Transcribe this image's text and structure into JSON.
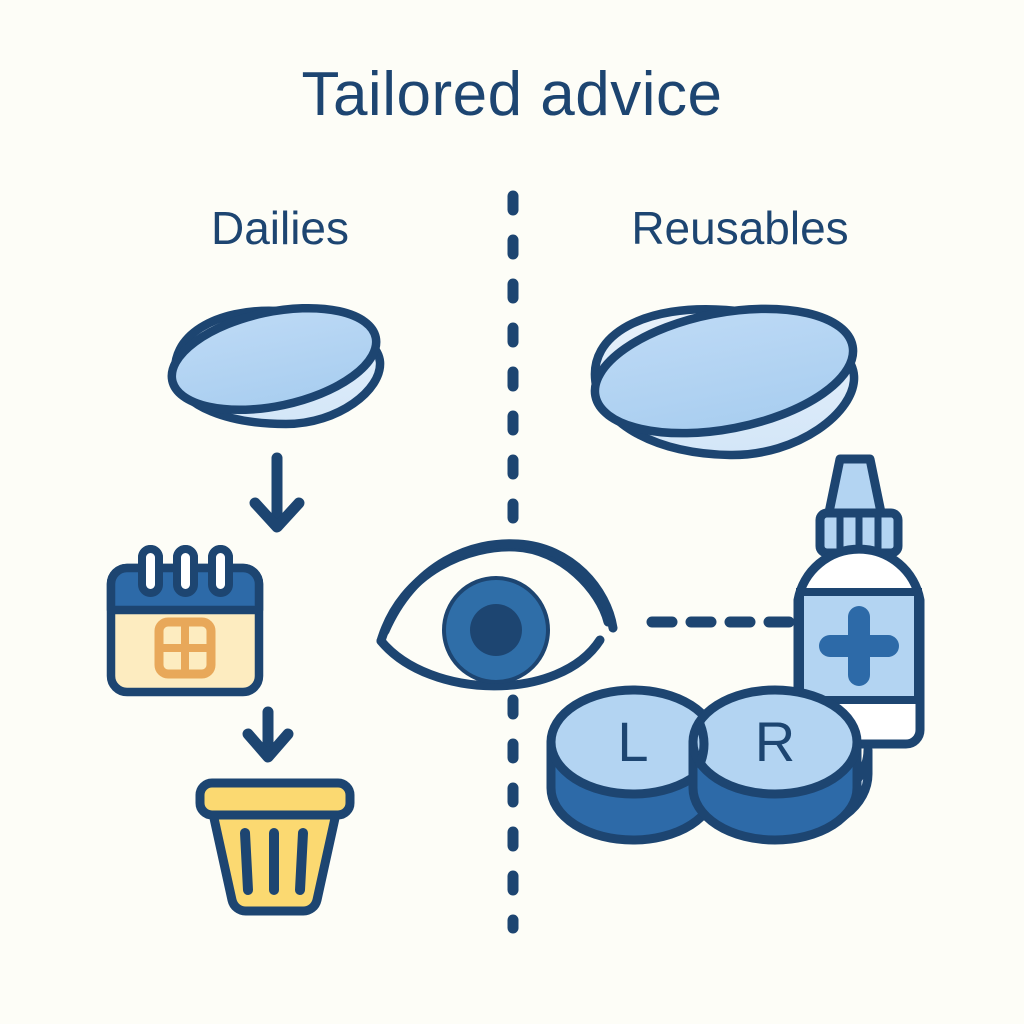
{
  "page": {
    "title": "Tailored advice",
    "background_color": "#fdfdf7"
  },
  "columns": {
    "left": {
      "label": "Dailies",
      "items": [
        {
          "name": "contact-lens",
          "icon": "lens-icon"
        },
        {
          "name": "arrow-down-1",
          "icon": "arrow-down-icon"
        },
        {
          "name": "calendar",
          "icon": "calendar-icon"
        },
        {
          "name": "arrow-down-2",
          "icon": "arrow-down-icon"
        },
        {
          "name": "trash-bin",
          "icon": "trash-bin-icon"
        }
      ]
    },
    "right": {
      "label": "Reusables",
      "items": [
        {
          "name": "contact-lens",
          "icon": "lens-icon"
        },
        {
          "name": "solution-bottle",
          "icon": "solution-bottle-icon"
        },
        {
          "name": "lens-case",
          "icon": "lens-case-icon"
        }
      ]
    }
  },
  "center": {
    "eye": {
      "icon": "eye-icon"
    },
    "divider": {
      "icon": "vertical-dashed-divider"
    },
    "connector": {
      "icon": "horizontal-dashed-connector"
    }
  },
  "lens_case": {
    "left_cap_label": "L",
    "right_cap_label": "R"
  },
  "bottle": {
    "label_symbol": "+"
  },
  "colors": {
    "navy_outline": "#1d4571",
    "ink_text": "#1d4571",
    "medium_blue": "#2d6aa8",
    "light_blue": "#b3d4f2",
    "pale_blue": "#dceaf8",
    "iris_blue": "#2f6ea8",
    "pupil_navy": "#1d4571",
    "yellow": "#fbd971",
    "cream": "#fdecc0",
    "orange": "#e8a85a",
    "white": "#ffffff",
    "background": "#fdfdf7"
  }
}
